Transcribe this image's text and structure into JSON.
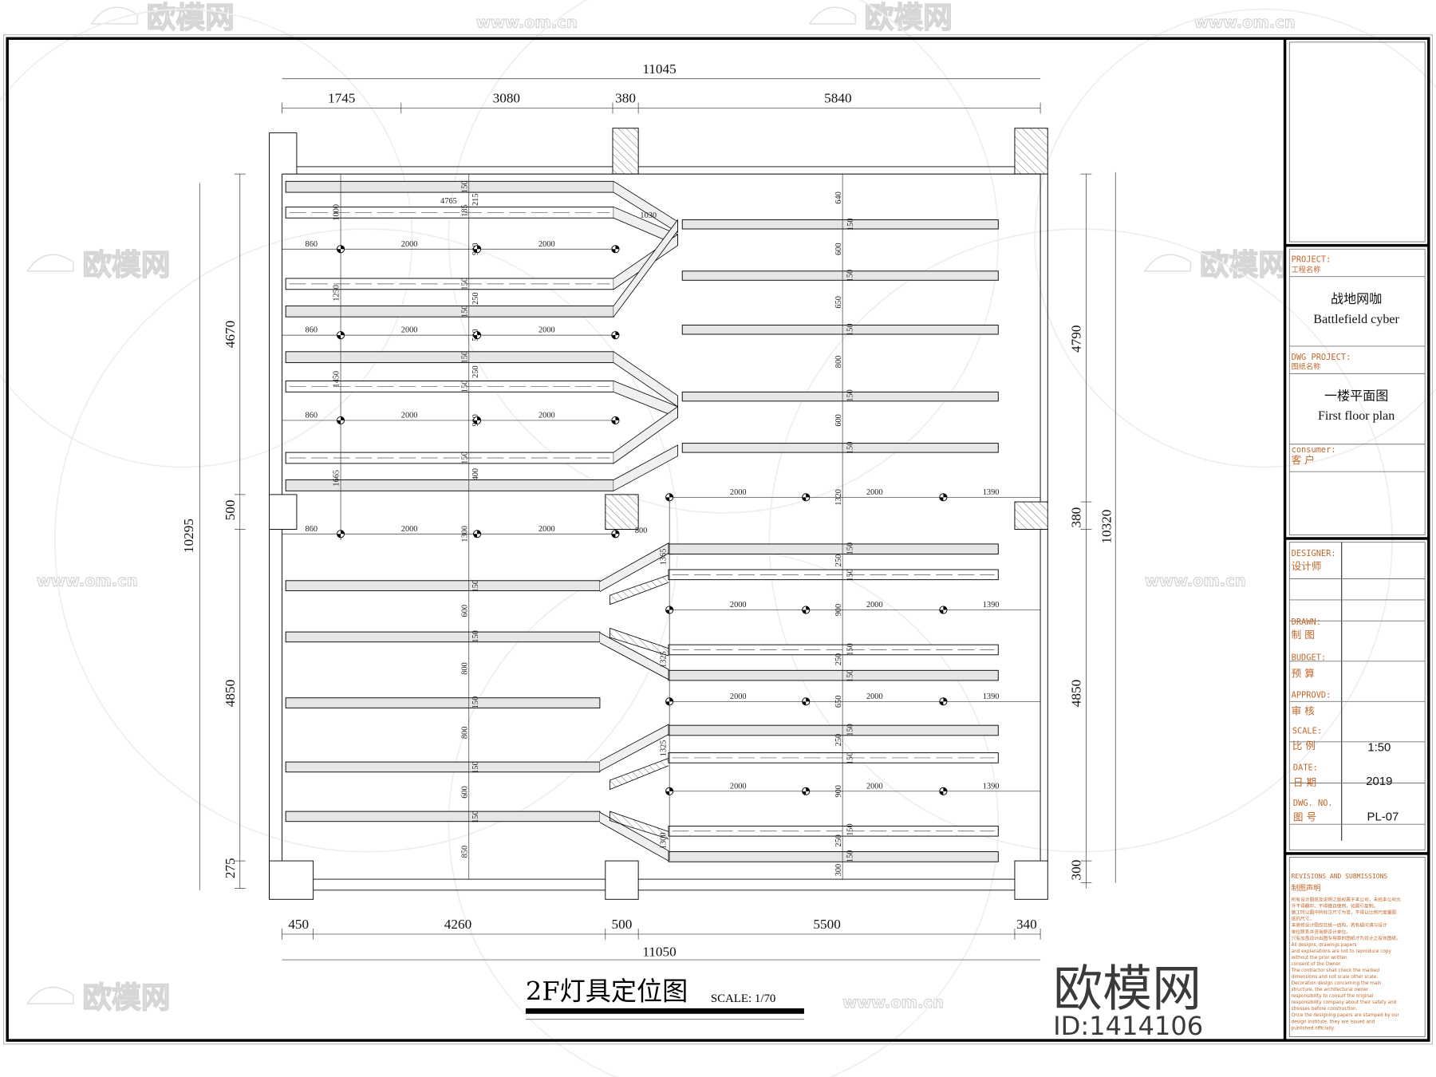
{
  "drawing": {
    "title": "2F灯具定位图",
    "scale_label": "SCALE: 1/70",
    "dims_top": [
      "11045",
      "1745",
      "3080",
      "380",
      "5840"
    ],
    "dims_bottom": [
      "450",
      "4260",
      "500",
      "5500",
      "340",
      "11050"
    ],
    "dims_left": [
      "4670",
      "500",
      "4850",
      "275",
      "10295"
    ],
    "dims_right": [
      "4790",
      "380",
      "4850",
      "300",
      "10320"
    ],
    "left_rows": [
      [
        "860",
        "2000",
        "2000"
      ],
      [
        "860",
        "2000",
        "2000"
      ],
      [
        "860",
        "2000",
        "2000"
      ],
      [
        "860",
        "2000",
        "2000"
      ]
    ],
    "right_rows": [
      [
        "2000",
        "2000",
        "1390"
      ],
      [
        "2000",
        "2000",
        "1390"
      ],
      [
        "2000",
        "2000",
        "1390"
      ],
      [
        "2000",
        "2000",
        "1390"
      ]
    ],
    "extra_dims": [
      "800",
      "4765",
      "1030",
      "1000",
      "1250",
      "1450",
      "1665",
      "1365",
      "1325",
      "1325",
      "1300"
    ],
    "left_spacing": [
      "150",
      "215",
      "185",
      "900",
      "150",
      "250",
      "150",
      "500",
      "150",
      "250",
      "150",
      "900",
      "150",
      "400",
      "1300",
      "150",
      "600",
      "150",
      "800",
      "150",
      "800",
      "150",
      "600",
      "150",
      "850"
    ],
    "right_spacing": [
      "640",
      "150",
      "600",
      "150",
      "650",
      "150",
      "800",
      "150",
      "600",
      "150",
      "1320",
      "150",
      "250",
      "150",
      "900",
      "150",
      "250",
      "150",
      "650",
      "150",
      "250",
      "150",
      "900",
      "150",
      "250",
      "150",
      "300"
    ]
  },
  "title_block": {
    "project_label": "PROJECT:",
    "project_label_cn": "工程名称",
    "project_name_cn": "战地网咖",
    "project_name_en": "Battlefield cyber",
    "dwg_project_label": "DWG PROJECT:",
    "dwg_project_label_cn": "图纸名称",
    "dwg_name_cn": "一楼平面图",
    "dwg_name_en": "First floor plan",
    "consumer_label": "consumer:",
    "consumer_label_cn": "客  户",
    "designer_label": "DESIGNER:",
    "designer_label_cn": "设计师",
    "drawn_label": "DRAWN:",
    "drawn_label_cn": "制  图",
    "budget_label": "BUDGET:",
    "budget_label_cn": "预  算",
    "approved_label": "APPROVD:",
    "approved_label_cn": "审  核",
    "scale_label": "SCALE:",
    "scale_label_cn": "比  例",
    "scale_value": "1:50",
    "date_label": "DATE:",
    "date_label_cn": "日  期",
    "date_value": "2019",
    "dwg_no_label": "DWG. NO.",
    "dwg_no_label_cn": "图  号",
    "dwg_no_value": "PL-07",
    "revisions_title": "REVISIONS AND SUBMISSIONS",
    "revisions_cn_title": "制图声明",
    "revisions_text": [
      "所有设计图纸及说明之版权属于本公司，未经本公司允",
      "许不得翻印、不得擅自使用，如需引复制。",
      "施工时以图中所标注尺寸为准，不得以比例尺度量图",
      "纸的尺寸。",
      "本装修设计图仅在统一结构，若有疑问请与设计",
      "单位联系并咨询原设计单位。",
      "只有加盖设计出图专用章的图纸才为设计之有效图纸。",
      "All designs, drawings papers",
      "and explanations are not to reproduce copy",
      "without the prior written",
      "consent of the Owner.",
      "The contractor shall check the marked",
      "dimensions and not scale other scale.",
      "Decoration design concerning the main",
      "structure, the architectural owner",
      "responsibility to consult the original",
      "responsibility company about their safety and",
      "stresses before construction.",
      "Once the designing papers are stamped by our",
      "design institute, they are issued and",
      "published officially."
    ]
  },
  "watermarks": {
    "logo_text": "欧模网",
    "url_text": "www.om.cn",
    "big_logo": "欧模网",
    "id_text": "ID:1414106"
  },
  "colors": {
    "line": "#000000",
    "title_block_label": "#c0672a",
    "strip_fill": "#e6e6e6",
    "watermark": "#d6d6d6"
  }
}
